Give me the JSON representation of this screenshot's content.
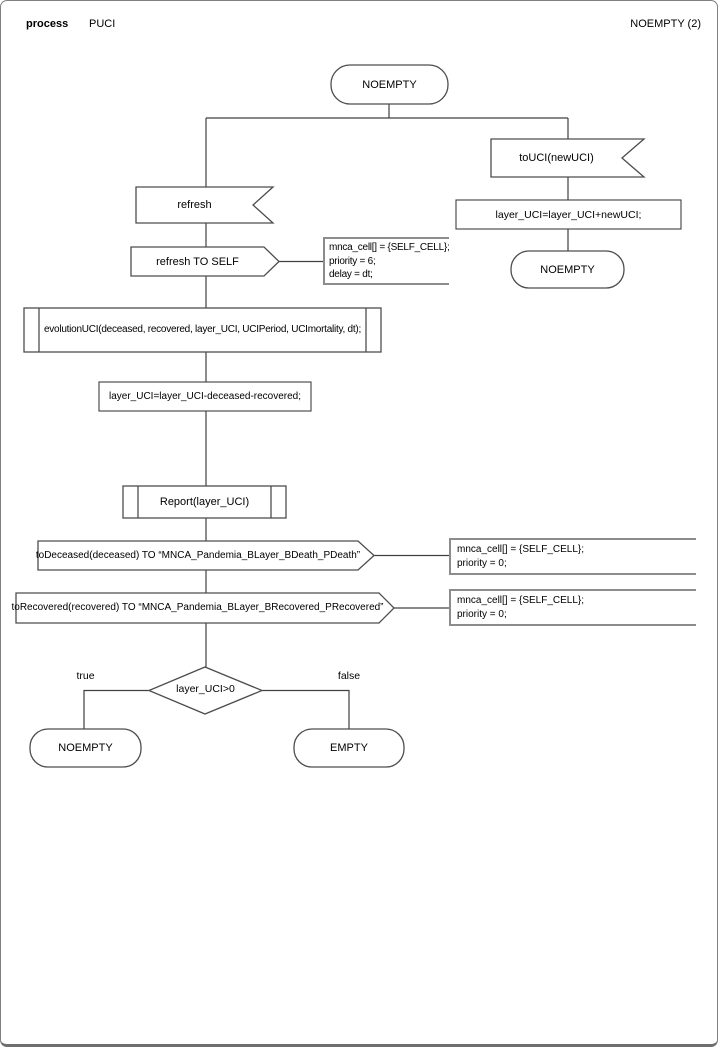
{
  "header": {
    "kind": "process",
    "name": "PUCI",
    "page_ref": "NOEMPTY (2)"
  },
  "nodes": {
    "state_start": "NOEMPTY",
    "input_touci": "toUCI(newUCI)",
    "assign_add": "layer_UCI=layer_UCI+newUCI;",
    "state_after_touci": "NOEMPTY",
    "input_refresh": "refresh",
    "output_refresh_self": "refresh TO SELF",
    "comment_refresh": {
      "line1": "mnca_cell[] = {SELF_CELL};",
      "line2": "priority = 6;",
      "line3": "delay = dt;"
    },
    "proc_evolution": "evolutionUCI(deceased, recovered, layer_UCI, UCIPeriod, UCImortality, dt);",
    "assign_subtract": "layer_UCI=layer_UCI-deceased-recovered;",
    "proc_report": "Report(layer_UCI)",
    "output_deceased": "toDeceased(deceased) TO “MNCA_Pandemia_BLayer_BDeath_PDeath”",
    "comment_deceased": {
      "line1": "mnca_cell[] = {SELF_CELL};",
      "line2": "priority = 0;"
    },
    "output_recovered": "toRecovered(recovered) TO “MNCA_Pandemia_BLayer_BRecovered_PRecovered”",
    "comment_recovered": {
      "line1": "mnca_cell[] = {SELF_CELL};",
      "line2": "priority = 0;"
    },
    "decision": "layer_UCI>0",
    "branch_true": "true",
    "branch_false": "false",
    "state_true": "NOEMPTY",
    "state_false": "EMPTY"
  },
  "colors": {
    "shape_stroke": "#4d4d4d",
    "comment_stroke": "#8c8c8c",
    "line": "#404040",
    "page_border": "#808080",
    "background": "#ffffff"
  }
}
